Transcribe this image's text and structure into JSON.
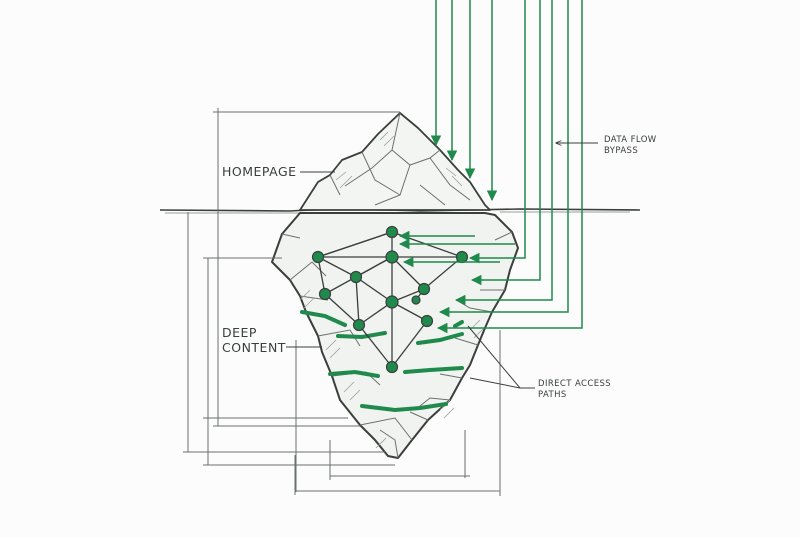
{
  "labels": {
    "homepage": "HOMEPAGE",
    "deep_content_line1": "DEEP",
    "deep_content_line2": "CONTENT",
    "data_flow_line1": "DATA FLOW",
    "data_flow_line2": "BYPASS",
    "direct_access_line1": "DIRECT ACCESS",
    "direct_access_line2": "PATHS"
  },
  "colors": {
    "ink": "#3a3f3c",
    "accent_green": "#1f8a4c",
    "background": "#fbfcfb"
  },
  "icons": [
    "iceberg-sketch",
    "network-nodes",
    "flow-arrows"
  ]
}
